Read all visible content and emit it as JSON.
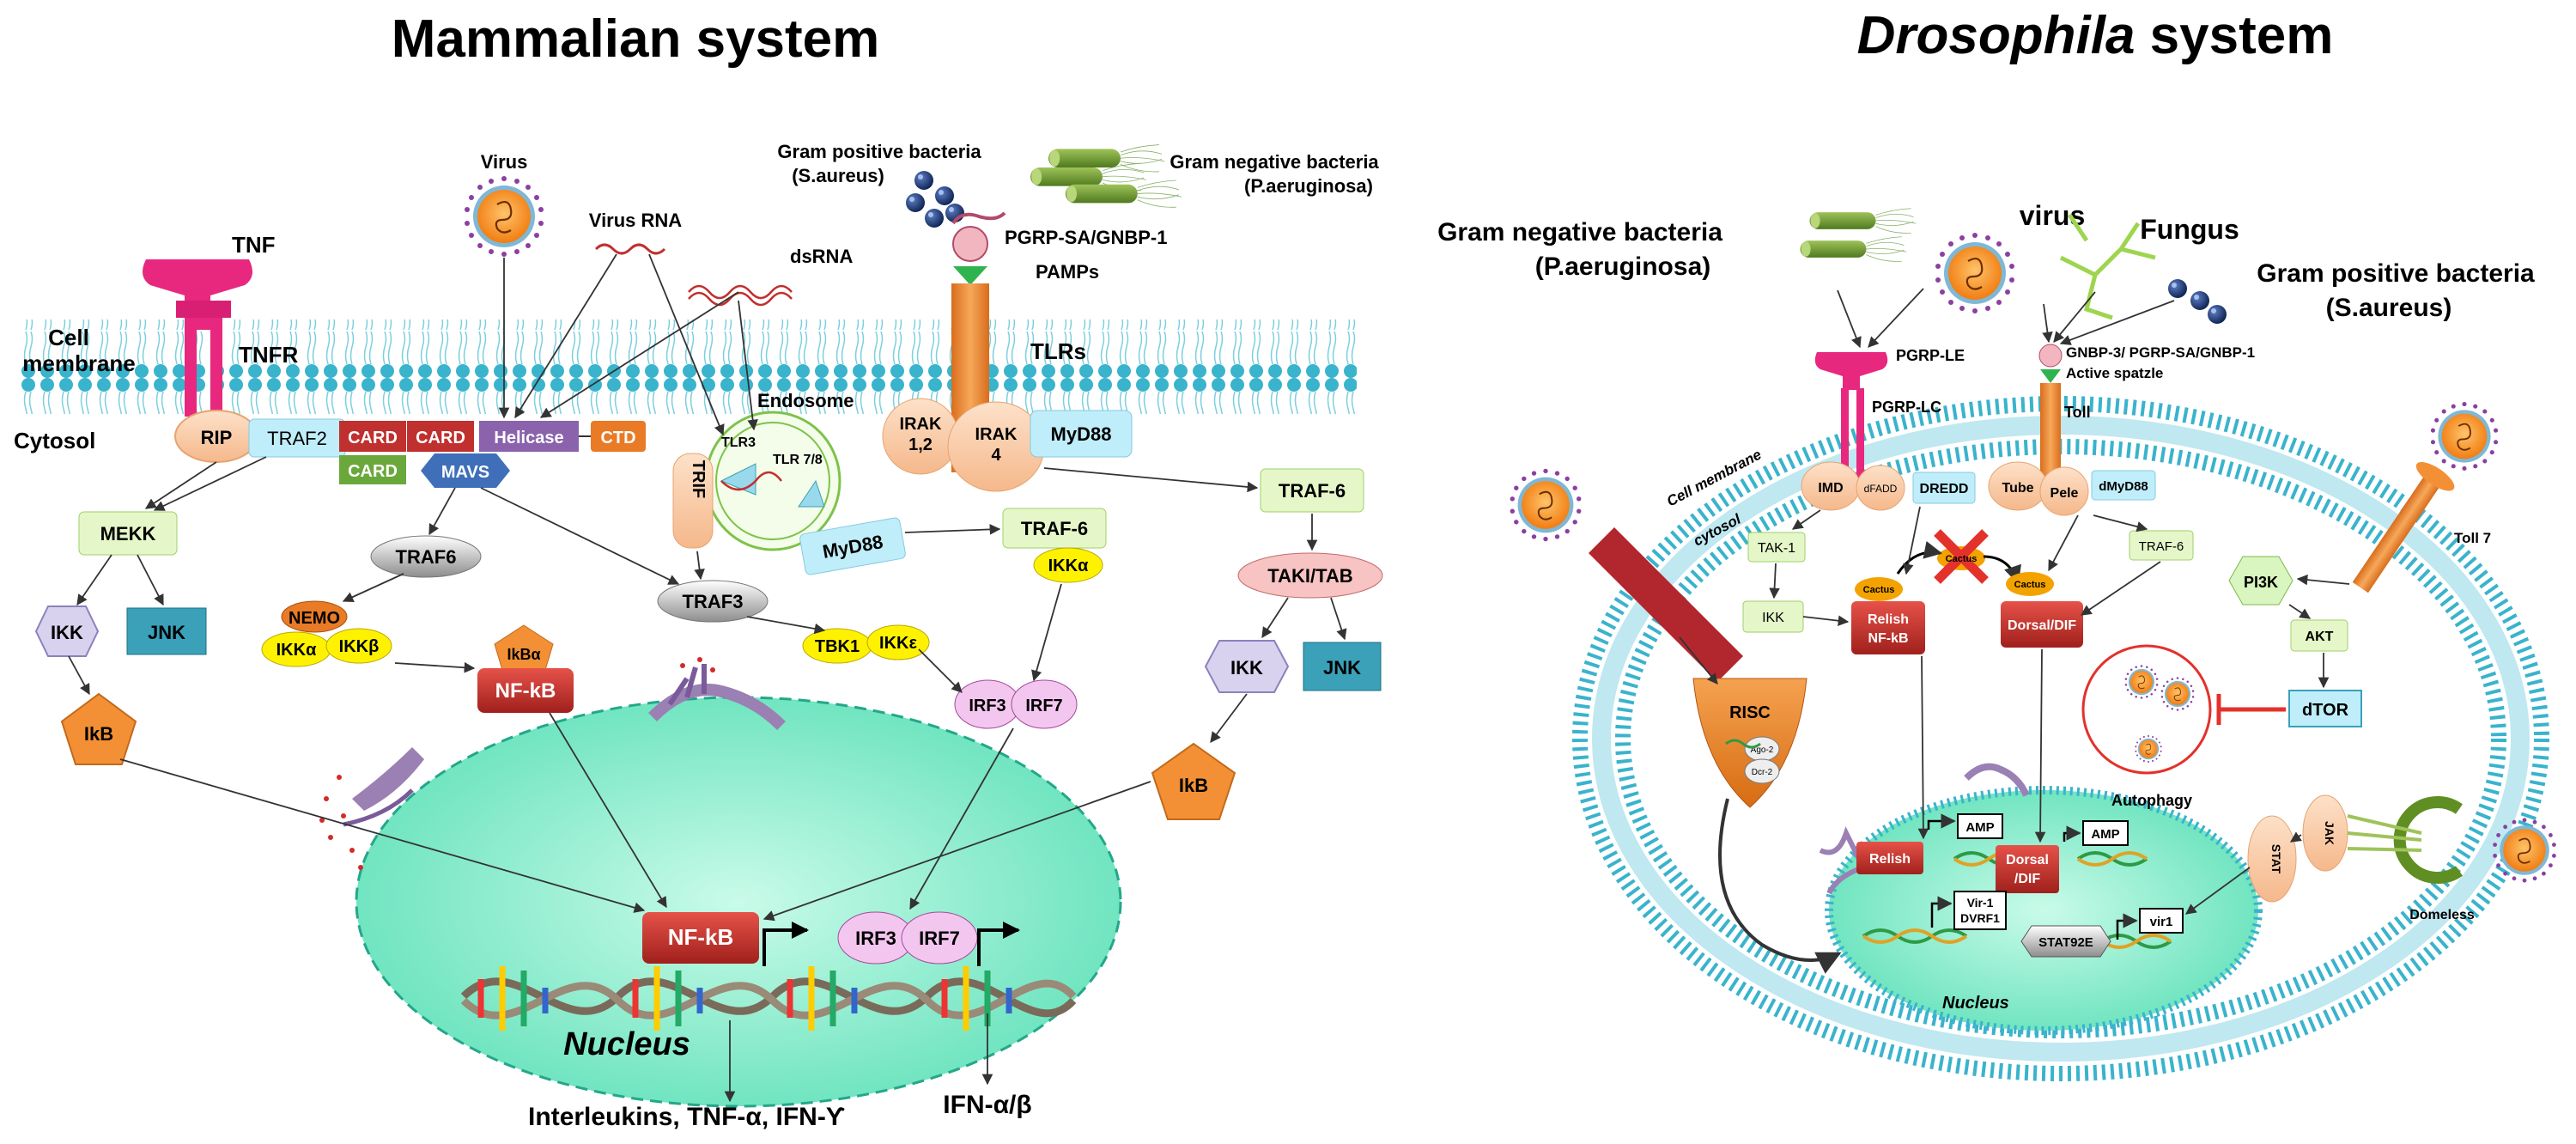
{
  "mammal": {
    "title": "Mammalian system",
    "membrane": {
      "label_1": "Cell",
      "label_2": "membrane"
    },
    "cytosol": "Cytosol",
    "tnf": "TNF",
    "tnfr": "TNFR",
    "rip": "RIP",
    "traf2": "TRAF2",
    "mekk": "MEKK",
    "ikk": "IKK",
    "jnk": "JNK",
    "ikb": "IkB",
    "virus": "Virus",
    "virus_rna": "Virus RNA",
    "dsrna": "dsRNA",
    "card1": "CARD",
    "card2": "CARD",
    "card3": "CARD",
    "helicase": "Helicase",
    "ctd": "CTD",
    "mavs": "MAVS",
    "traf6_grey": "TRAF6",
    "nemo": "NEMO",
    "ikka": "IKKα",
    "ikkb": "IKKβ",
    "ikba": "IkBα",
    "nfkb_cyto": "NF-kB",
    "trif": "TRIF",
    "traf3": "TRAF3",
    "endosome": "Endosome",
    "tlr3": "TLR3",
    "tlr78": "TLR 7/8",
    "myd88_endo": "MyD88",
    "tbk1": "TBK1",
    "ikke": "IKKε",
    "irf3": "IRF3",
    "irf7": "IRF7",
    "gram_pos": {
      "line1": "Gram positive bacteria",
      "line2": "(S.aureus)"
    },
    "gram_neg": {
      "line1": "Gram negative bacteria",
      "line2": "(P.aeruginosa)"
    },
    "pgrp": "PGRP-SA/GNBP-1",
    "pamps": "PAMPs",
    "tlrs": "TLRs",
    "irak12": {
      "line1": "IRAK",
      "line2": "1,2"
    },
    "irak4": {
      "line1": "IRAK",
      "line2": "4"
    },
    "myd88_tlr": "MyD88",
    "traf6_mid": "TRAF-6",
    "ikka_mid": "IKKα",
    "traf6_right": "TRAF-6",
    "taki": "TAKI/TAB",
    "ikk_right": "IKK",
    "jnk_right": "JNK",
    "ikb_right": "IkB",
    "nucleus": "Nucleus",
    "nfkb_nuc": "NF-kB",
    "irf3_nuc": "IRF3",
    "irf7_nuc": "IRF7",
    "out_interleukins": "Interleukins, TNF-α, IFN-Ƴ",
    "out_ifn": "IFN-α/β"
  },
  "dros": {
    "title_italic": "Drosophila",
    "title_rest": " system",
    "gram_neg": {
      "line1": "Gram negative bacteria",
      "line2": "(P.aeruginosa)"
    },
    "virus": "virus",
    "fungus": "Fungus",
    "gram_pos": {
      "line1": "Gram positive bacteria",
      "line2": "(S.aureus)"
    },
    "pgrp_le": "PGRP-LE",
    "pgrp_lc": "PGRP-LC",
    "gnbp": "GNBP-3/ PGRP-SA/GNBP-1",
    "spatzle": "Active spatzle",
    "toll": "Toll",
    "membrane": "Cell membrane",
    "cytosol": "cytosol",
    "imd": "IMD",
    "dfadd": "dFADD",
    "dredd": "DREDD",
    "tube": "Tube",
    "pele": "Pele",
    "dmyd88": "dMyD88",
    "tak1": "TAK-1",
    "ikk": "IKK",
    "cactus1": "Cactus",
    "cactus_x": "Cactus",
    "cactus2": "Cactus",
    "relish_nfkb": {
      "line1": "Relish",
      "line2": "NF-kB"
    },
    "dorsal_dif": "Dorsal/DIF",
    "traf6": "TRAF-6",
    "toll7": "Toll 7",
    "pi3k": "PI3K",
    "akt": "AKT",
    "dtor": "dTOR",
    "autophagy": "Autophagy",
    "risc": "RISC",
    "ago2": "Ago-2",
    "dcr2": "Dcr-2",
    "jak": "JAK",
    "stat": "STAT",
    "domeless": "Domeless",
    "nucleus": "Nucleus",
    "relish_nuc": "Relish",
    "amp1": "AMP",
    "dorsal_nuc": {
      "line1": "Dorsal",
      "line2": "/DIF"
    },
    "amp2": "AMP",
    "vir1_dvrf1": {
      "line1": "Vir-1",
      "line2": "DVRF1"
    },
    "stat92e": "STAT92E",
    "vir1": "vir1"
  },
  "colors": {
    "lipid_head": "#37b5cf",
    "nucleus_fill": "#8ff0cf",
    "tnf_pink": "#e8287e",
    "tlr_orange": "#ef8a2a",
    "card_red": "#c0302e",
    "card_green": "#6aa83c",
    "helicase_purple": "#8a63ac",
    "ctd_orange": "#e97a26",
    "mavs_blue": "#3f6fb9",
    "yellow": "#fff200",
    "light_green_box": "#e5f7c8",
    "light_blue_box": "#bfeefa",
    "jnk_teal": "#3aa1b9",
    "ikk_lavender": "#d9d2ee",
    "pentagon_orange": "#f39035",
    "nfkb_red": "#c9302c",
    "irf_pink": "#f3c6ef",
    "virus_orange": "#f7921d",
    "bacteria_navy": "#183566",
    "rod_green": "#6f9a32",
    "fungus_green": "#9dd54e"
  }
}
